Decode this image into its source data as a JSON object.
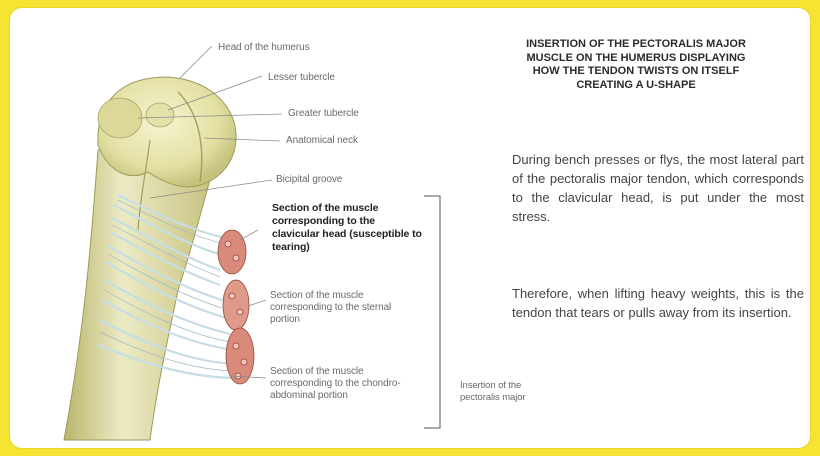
{
  "title": "INSERTION OF THE PECTORALIS MAJOR MUSCLE ON THE HUMERUS DISPLAYING HOW THE TENDON TWISTS ON ITSELF CREATING A U-SHAPE",
  "paragraphs": [
    "During bench presses or flys, the most lateral part of the pectoralis major tendon, which corresponds to the clavicular head, is put under the most stress.",
    "Therefore, when lifting heavy weights, this is the tendon that tears or pulls away from its insertion."
  ],
  "labels": {
    "head_of_humerus": "Head of the humerus",
    "lesser_tubercle": "Lesser tubercle",
    "greater_tubercle": "Greater tubercle",
    "anatomical_neck": "Anatomical neck",
    "bicipital_groove": "Bicipital groove",
    "clavicular_section": "Section of the muscle corresponding to the clavicular head (susceptible to tearing)",
    "sternal_section": "Section of the muscle corresponding to the sternal portion",
    "chondro_section": "Section of the muscle corresponding to the chondro-abdominal portion",
    "insertion": "Insertion of the pectoralis major"
  },
  "colors": {
    "background": "#f5e431",
    "bone": "#e6e3a9",
    "tendon": "#dce9ee",
    "muscle": "#d98a7a"
  }
}
